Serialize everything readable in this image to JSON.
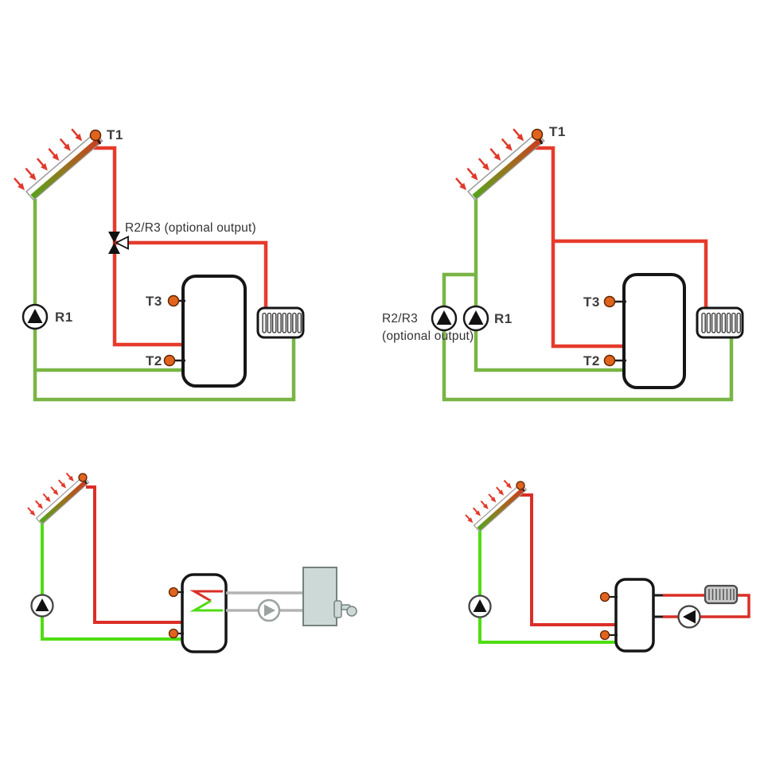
{
  "colors": {
    "hot_pipe": "#e63b2b",
    "cold_pipe": "#79b544",
    "hot_pipe_small": "#da2f27",
    "cold_pipe_small": "#4fdd12",
    "sensor_dot": "#e0641e",
    "pump_symbol": "#111111",
    "gray_pipe": "#b3b3b3",
    "boiler_fill": "#cdd9d6",
    "label_text": "#3d3d3d"
  },
  "diagrams": {
    "top_left": {
      "labels": {
        "t1": "T1",
        "t3": "T3",
        "t2": "T2",
        "r1": "R1",
        "valve_output": "R2/R3 (optional output)"
      }
    },
    "top_right": {
      "labels": {
        "t1": "T1",
        "t3": "T3",
        "t2": "T2",
        "r1": "R1",
        "r2r3": "R2/R3",
        "r2r3_note": "(optional output)"
      }
    }
  }
}
